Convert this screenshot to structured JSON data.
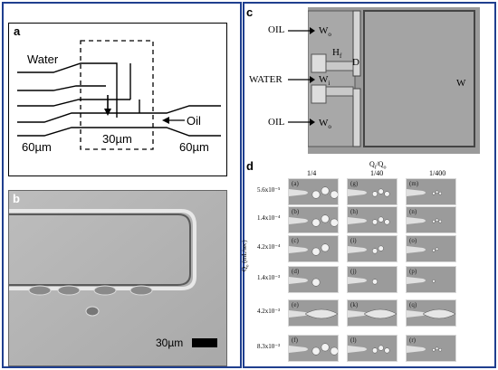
{
  "panels": {
    "a": {
      "letter": "a",
      "labels": {
        "water": "Water",
        "oil": "Oil",
        "left_width": "60µm",
        "center_width": "30µm",
        "right_width": "60µm"
      }
    },
    "b": {
      "letter": "b",
      "scale_label": "30µm"
    },
    "c": {
      "letter": "c",
      "labels": {
        "oil_top": "OIL",
        "water": "WATER",
        "oil_bottom": "OIL",
        "wo_top": "W",
        "wo_top_sub": "o",
        "hf": "H",
        "hf_sub": "f",
        "d": "D",
        "wi": "W",
        "wi_sub": "i",
        "wo_bottom": "W",
        "wo_bottom_sub": "o",
        "w": "W"
      }
    },
    "d": {
      "letter": "d",
      "ratio_label": "Q",
      "ratio_label_sub1": "i",
      "ratio_sep": "/Q",
      "ratio_label_sub2": "o",
      "axis_label": "Q",
      "axis_label_sub": "o",
      "axis_unit": " (mL/sec)",
      "columns": [
        "1/4",
        "1/40",
        "1/400"
      ],
      "rows": [
        "5.6x10⁻⁵",
        "1.4x10⁻⁴",
        "4.2x10⁻⁴",
        "1.4x10⁻³",
        "4.2x10⁻³",
        "8.3x10⁻³"
      ],
      "cells": [
        [
          "(a)",
          "(g)",
          "(m)"
        ],
        [
          "(b)",
          "(h)",
          "(n)"
        ],
        [
          "(c)",
          "(i)",
          "(o)"
        ],
        [
          "(d)",
          "(j)",
          "(p)"
        ],
        [
          "(e)",
          "(k)",
          "(q)"
        ],
        [
          "(f)",
          "(l)",
          "(r)"
        ]
      ]
    }
  }
}
